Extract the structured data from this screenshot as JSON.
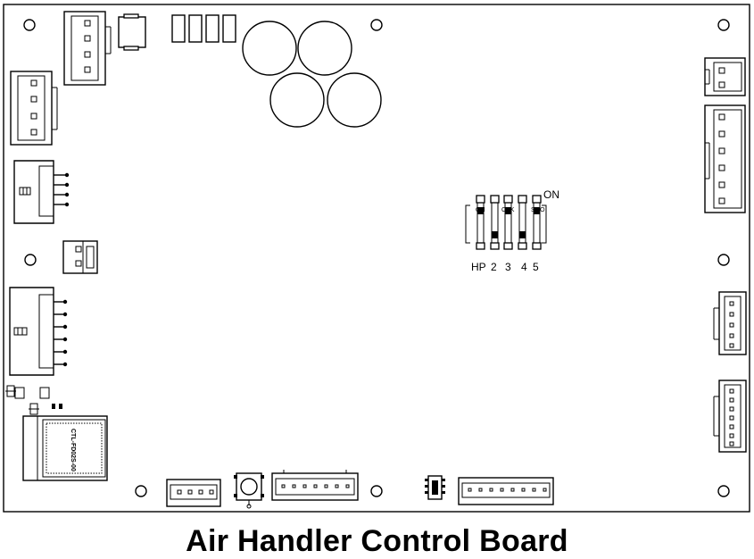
{
  "title": "Air Handler Control Board",
  "dip_switch": {
    "on_label": "ON",
    "top_labels": [
      "ON",
      "CAK",
      "SOO"
    ],
    "bottom_labels": [
      "HP",
      "2",
      "3",
      "4",
      "5"
    ]
  },
  "module_label": "CTL-FD02S-00"
}
